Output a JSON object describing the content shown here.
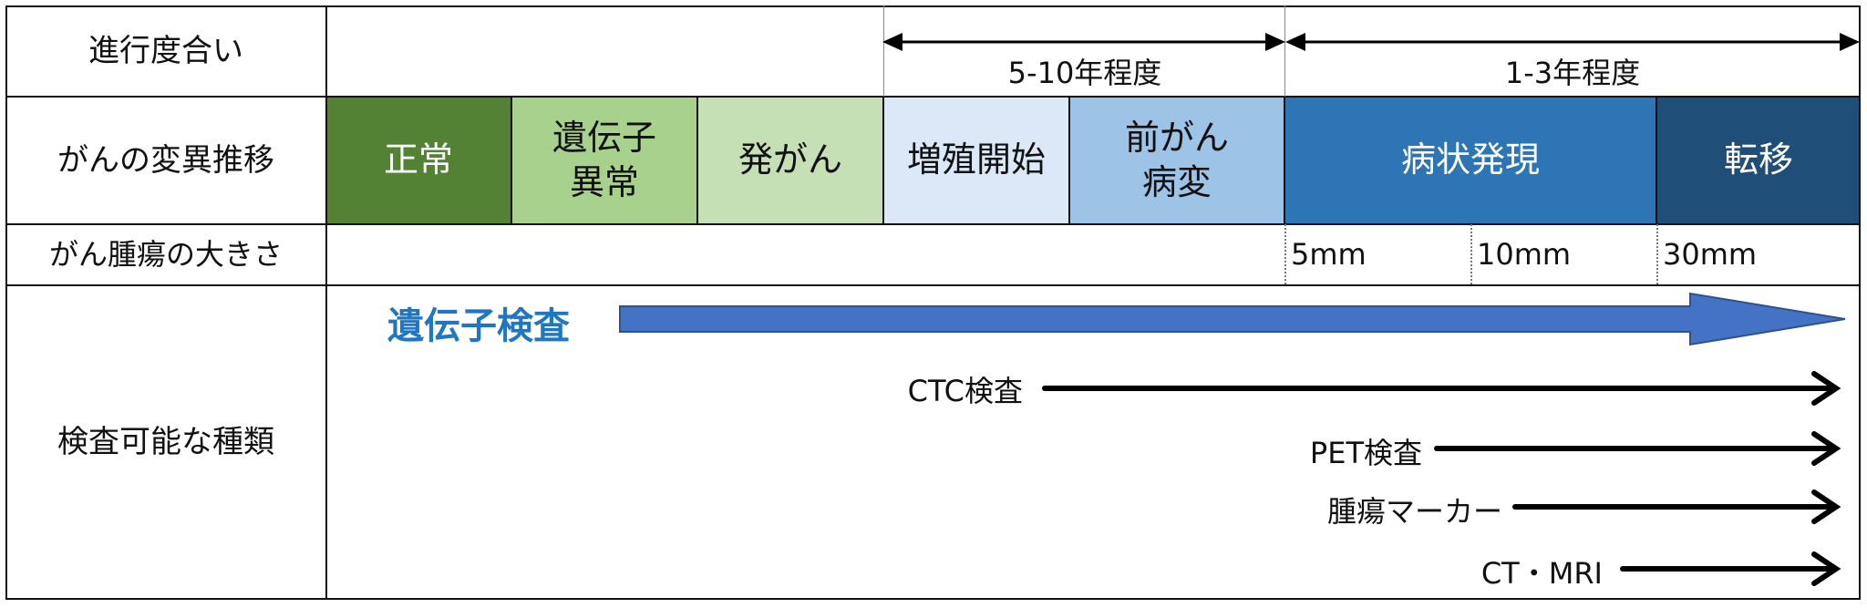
{
  "rows": {
    "progress": "進行度合い",
    "transition": "がんの変異推移",
    "size": "がん腫瘍の大きさ",
    "methods": "検査可能な種類"
  },
  "periods": [
    "5-10年程度",
    "1-3年程度"
  ],
  "stages": [
    {
      "label": "正常",
      "bg": "#548235",
      "fg": "#ffffff"
    },
    {
      "label": "遺伝子\n異常",
      "bg": "#a9d18e",
      "fg": "#111111"
    },
    {
      "label": "発がん",
      "bg": "#c5e0b4",
      "fg": "#111111"
    },
    {
      "label": "増殖開始",
      "bg": "#dae8f7",
      "fg": "#111111"
    },
    {
      "label": "前がん\n病変",
      "bg": "#9dc3e6",
      "fg": "#111111"
    },
    {
      "label": "病状発現",
      "bg": "#2e75b6",
      "fg": "#ffffff"
    },
    {
      "label": "転移",
      "bg": "#1f4e79",
      "fg": "#ffffff"
    }
  ],
  "sizes": [
    "5mm",
    "10mm",
    "30mm"
  ],
  "methods": [
    "遺伝子検査",
    "CTC検査",
    "PET検査",
    "腫瘍マーカー",
    "CT・MRI"
  ],
  "colors": {
    "gene_arrow": "#4472c4",
    "gene_text": "#1f77c4",
    "arrow": "#000000"
  }
}
